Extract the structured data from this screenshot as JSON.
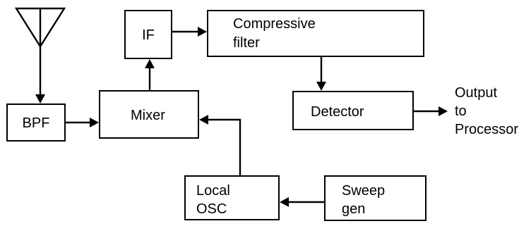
{
  "blocks": {
    "bpf": "BPF",
    "mixer": "Mixer",
    "if": "IF",
    "compressive_filter": [
      "Compressive",
      "filter"
    ],
    "detector": "Detector",
    "local_osc": [
      "Local",
      "OSC"
    ],
    "sweep_gen": [
      "Sweep",
      "gen"
    ]
  },
  "output_label": [
    "Output",
    "to",
    "Processor"
  ],
  "icons": {
    "antenna": "antenna-icon"
  },
  "colors": {
    "line": "#000000",
    "background": "#ffffff"
  }
}
